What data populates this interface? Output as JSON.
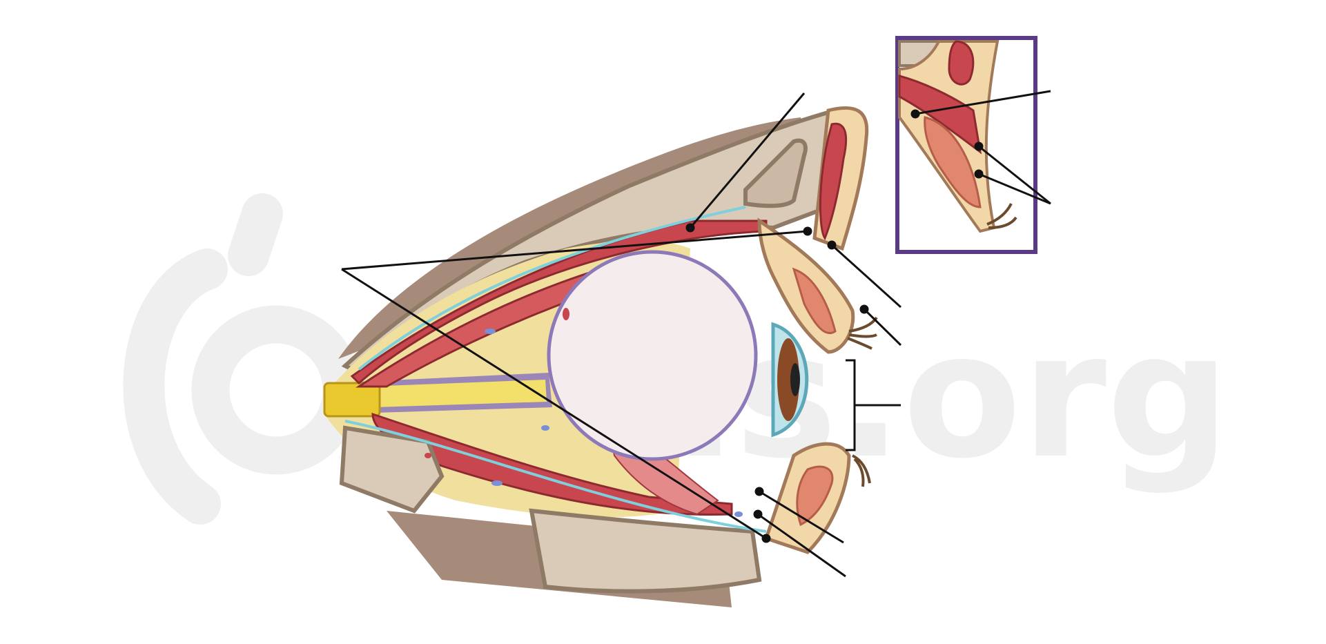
{
  "diagram": {
    "subject": "",
    "watermark": "osis.org",
    "labels": [
      {
        "id": "levator-line",
        "text": ""
      },
      {
        "id": "superior-tarsal-line",
        "text": ""
      },
      {
        "id": "rectus-muscles-line",
        "text": ""
      },
      {
        "id": "orbicularis-line",
        "text": ""
      },
      {
        "id": "tarsal-plate-line",
        "text": ""
      },
      {
        "id": "palpebral-fissure-bracket",
        "text": ""
      },
      {
        "id": "inferior-tarsal-line",
        "text": ""
      },
      {
        "id": "capsulopalpebral-line",
        "text": ""
      },
      {
        "id": "inset-line-1",
        "text": ""
      },
      {
        "id": "inset-line-2",
        "text": ""
      }
    ]
  },
  "colors": {
    "inset_border": "#5b3a86",
    "bone": "#d9cbb8",
    "bone_outline": "#8f7a66",
    "skin": "#f2d7a8",
    "muscle": "#c8464e",
    "muscle_light": "#e58a8a",
    "fat": "#f1df9e",
    "nerve": "#f2e06a",
    "sclera": "#f5ecee",
    "cornea": "#bfe3ea",
    "iris": "#8a4a25",
    "watermark": "#f0eff0"
  }
}
